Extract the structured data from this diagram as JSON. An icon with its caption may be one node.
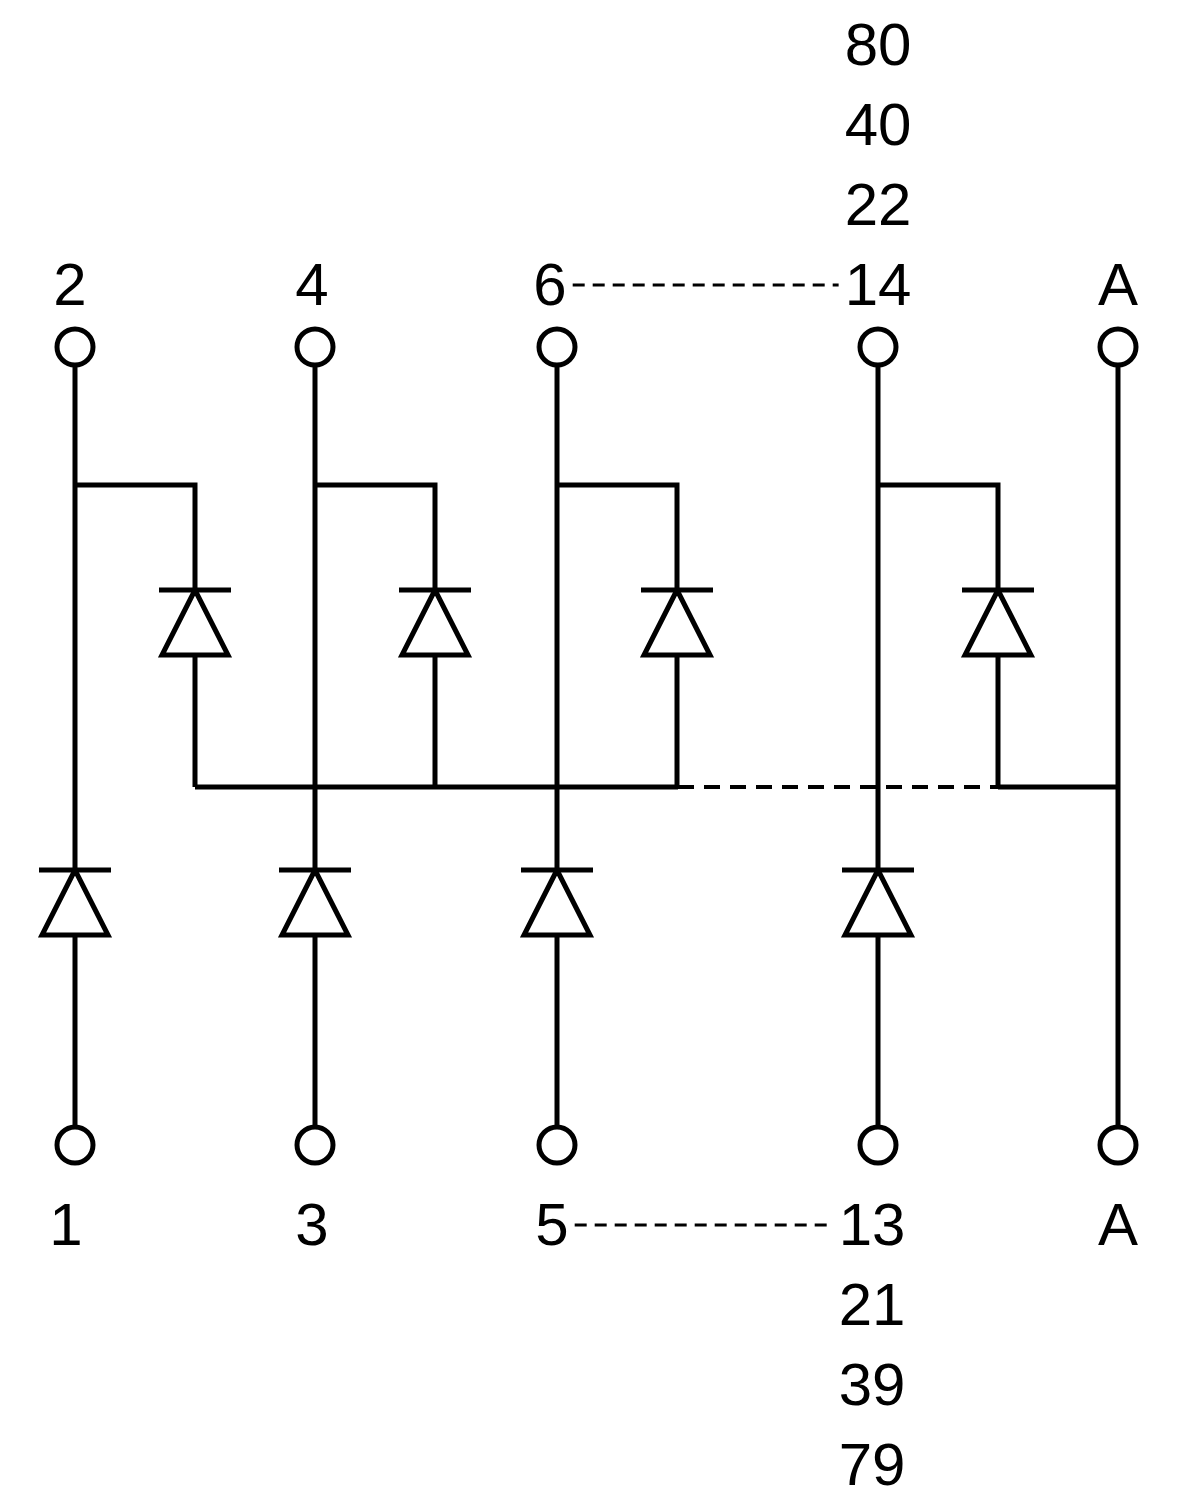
{
  "diagram": {
    "nodes": [
      {
        "text": [
          "2"
        ]
      },
      {
        "text": [
          "4"
        ]
      },
      {
        "text": [
          "6"
        ]
      },
      {
        "text": [
          "14"
        ],
        "beside": [
          "80",
          "40",
          "22"
        ]
      },
      {
        "text": [
          "A"
        ]
      },
      {
        "text": [
          "1"
        ]
      },
      {
        "text": [
          "3"
        ]
      },
      {
        "text": [
          "5"
        ]
      },
      {
        "text": [
          "13"
        ],
        "beside": [
          "21",
          "39",
          "79"
        ]
      },
      {
        "text": [
          "A"
        ]
      }
    ],
    "edges": [
      {
        "from": 2,
        "to": 3,
        "arrow": "none",
        "style": "dashed"
      },
      {
        "from": 7,
        "to": 8,
        "arrow": "none",
        "style": "dashed"
      }
    ]
  }
}
